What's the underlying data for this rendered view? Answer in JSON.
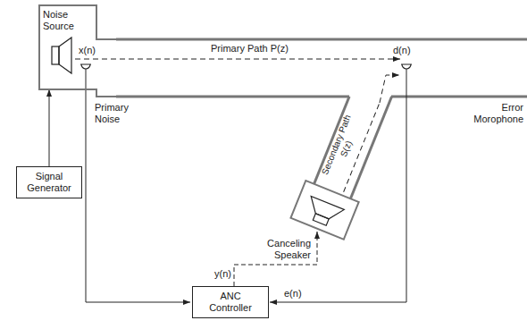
{
  "diagram": {
    "nodes": [
      {
        "text": [
          "Noise Source"
        ]
      },
      {
        "text": [
          "Signal Generator"
        ]
      },
      {
        "text": [
          "ANC Controller"
        ]
      }
    ],
    "edges": [
      {
        "from": 1,
        "to": 0,
        "arrow": "to"
      }
    ],
    "labels": [
      "x(n)",
      "Primary Path P(z)",
      "d(n)",
      "Primary Noise",
      "Secondary Path S(z)",
      "Error Morophone",
      "Canceling Speaker",
      "y(n)",
      "e(n)"
    ]
  }
}
